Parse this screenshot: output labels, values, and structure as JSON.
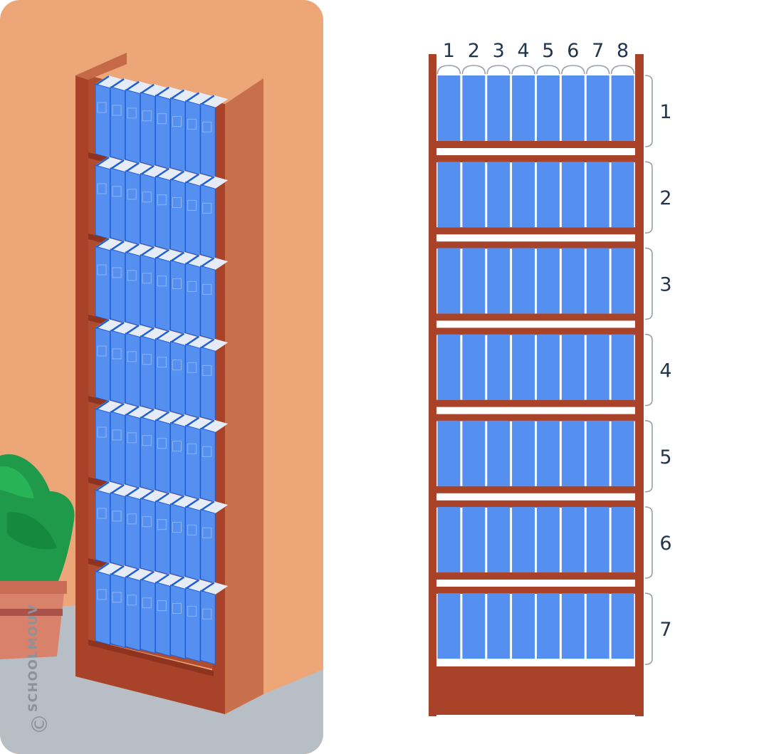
{
  "watermark": "SCHOOLMOUV",
  "copyright_symbol": "©",
  "column_labels": [
    "1",
    "2",
    "3",
    "4",
    "5",
    "6",
    "7",
    "8"
  ],
  "shelf_labels": [
    "1",
    "2",
    "3",
    "4",
    "5",
    "6",
    "7"
  ],
  "colors": {
    "wall": "#eca678",
    "floor": "#b8bec6",
    "wood_dark": "#a8432a",
    "wood_side": "#c8704b",
    "wood_top": "#c56a46",
    "book": "#5590f1",
    "book_edge": "#1f5fd6",
    "book_top": "#e6ecf7",
    "label": "#22354b",
    "bracket": "#97a0ab",
    "plant": "#1e9a4a",
    "pot": "#d9826b"
  }
}
